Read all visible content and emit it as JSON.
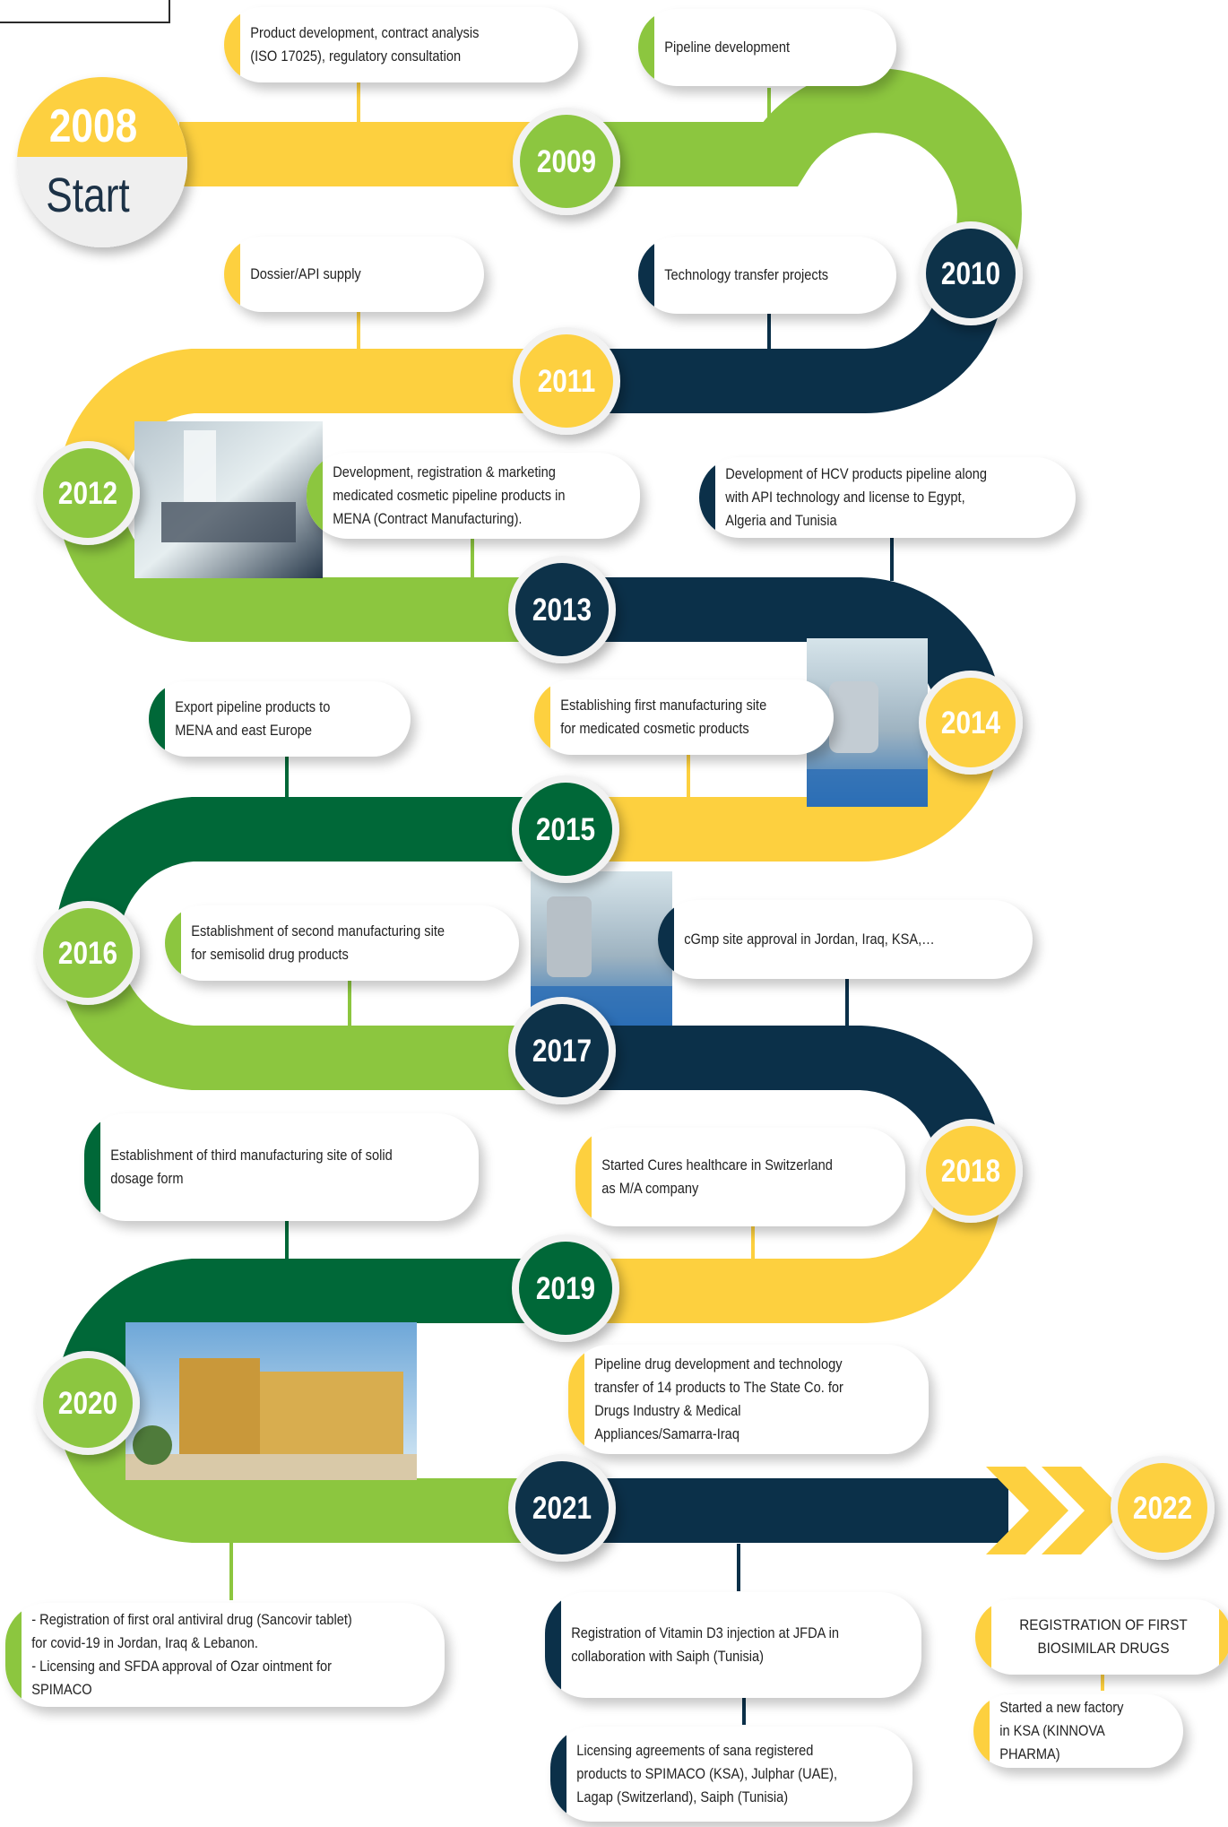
{
  "colors": {
    "yellow": "#fdd03f",
    "light_green": "#8cc63f",
    "dark_green": "#006838",
    "navy": "#0b3049",
    "white": "#ffffff"
  },
  "start": {
    "year": "2008",
    "label": "Start"
  },
  "milestones": [
    {
      "year": "2009",
      "color": "light_green"
    },
    {
      "year": "2010",
      "color": "navy"
    },
    {
      "year": "2011",
      "color": "yellow"
    },
    {
      "year": "2012",
      "color": "light_green"
    },
    {
      "year": "2013",
      "color": "navy"
    },
    {
      "year": "2014",
      "color": "yellow"
    },
    {
      "year": "2015",
      "color": "dark_green"
    },
    {
      "year": "2016",
      "color": "light_green"
    },
    {
      "year": "2017",
      "color": "navy"
    },
    {
      "year": "2018",
      "color": "yellow"
    },
    {
      "year": "2019",
      "color": "dark_green"
    },
    {
      "year": "2020",
      "color": "light_green"
    },
    {
      "year": "2021",
      "color": "navy"
    },
    {
      "year": "2022",
      "color": "yellow"
    }
  ],
  "events": [
    {
      "text": "Product development, contract analysis (ISO 17025), regulatory consultation",
      "color": "yellow"
    },
    {
      "text": "Pipeline development",
      "color": "light_green"
    },
    {
      "text": "Dossier/API supply",
      "color": "yellow"
    },
    {
      "text": "Technology transfer projects",
      "color": "navy"
    },
    {
      "text": "Development, registration & marketing medicated cosmetic pipeline products in MENA (Contract Manufacturing).",
      "color": "light_green"
    },
    {
      "text": "Development of HCV products pipeline along with API technology and license to Egypt, Algeria and Tunisia",
      "color": "navy"
    },
    {
      "text": "Export pipeline products to MENA and east Europe",
      "color": "dark_green"
    },
    {
      "text": "Establishing first manufacturing site for medicated cosmetic products",
      "color": "yellow"
    },
    {
      "text": "Establishment of second manufacturing site for semisolid drug products",
      "color": "light_green"
    },
    {
      "text": "cGmp site approval in Jordan, Iraq, KSA,…",
      "color": "navy"
    },
    {
      "text": "Establishment of third manufacturing site of solid dosage form",
      "color": "dark_green"
    },
    {
      "text": "Started Cures healthcare in Switzerland as M/A company",
      "color": "yellow"
    },
    {
      "text": "Pipeline drug development and technology transfer of 14 products to The State Co. for Drugs Industry & Medical Appliances/Samarra-Iraq",
      "color": "yellow"
    },
    {
      "text": "- Registration of first oral antiviral drug  (Sancovir tablet) for covid-19 in Jordan, Iraq & Lebanon.\n- Licensing and SFDA approval of Ozar ointment for SPIMACO",
      "color": "light_green"
    },
    {
      "text": "Registration of Vitamin D3 injection at JFDA in collaboration with Saiph (Tunisia)",
      "color": "navy"
    },
    {
      "text": "Licensing agreements of sana registered products to SPIMACO (KSA), Julphar (UAE), Lagap (Switzerland), Saiph (Tunisia)",
      "color": "navy"
    },
    {
      "text": "REGISTRATION OF FIRST BIOSIMILAR DRUGS",
      "color": "yellow"
    },
    {
      "text": "Started a new factory in KSA (KINNOVA PHARMA)",
      "color": "yellow"
    }
  ]
}
